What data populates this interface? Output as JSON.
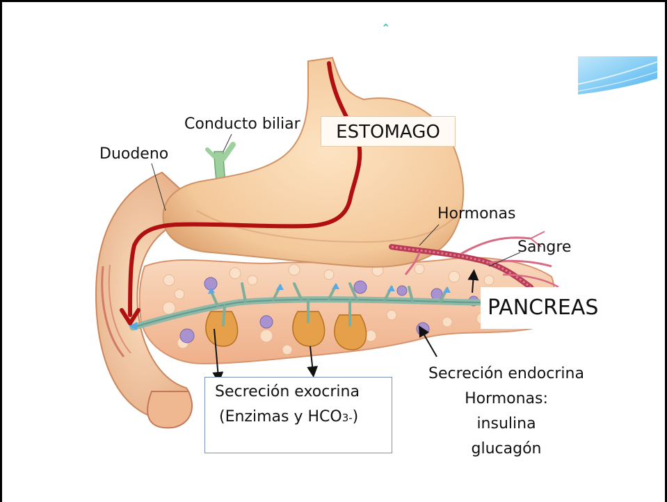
{
  "labels": {
    "conducto_biliar": "Conducto biliar",
    "duodeno": "Duodeno",
    "estomago": "ESTOMAGO",
    "hormonas": "Hormonas",
    "sangre": "Sangre",
    "pancreas": "PANCREAS"
  },
  "exocrine": {
    "line1": "Secreción exocrina",
    "line2_prefix": "(Enzimas y HCO",
    "line2_sub": "3-",
    "line2_suffix": ")"
  },
  "endocrine": {
    "line1": "Secreción endocrina",
    "line2": "Hormonas:",
    "line3": "insulina",
    "line4": "glucagón"
  },
  "colors": {
    "path_arrow": "#b01010",
    "stomach": "#f3c89a",
    "pancreas": "#f6c7a6",
    "duct": "#8fb8a8",
    "islet": "#9a86c8"
  }
}
